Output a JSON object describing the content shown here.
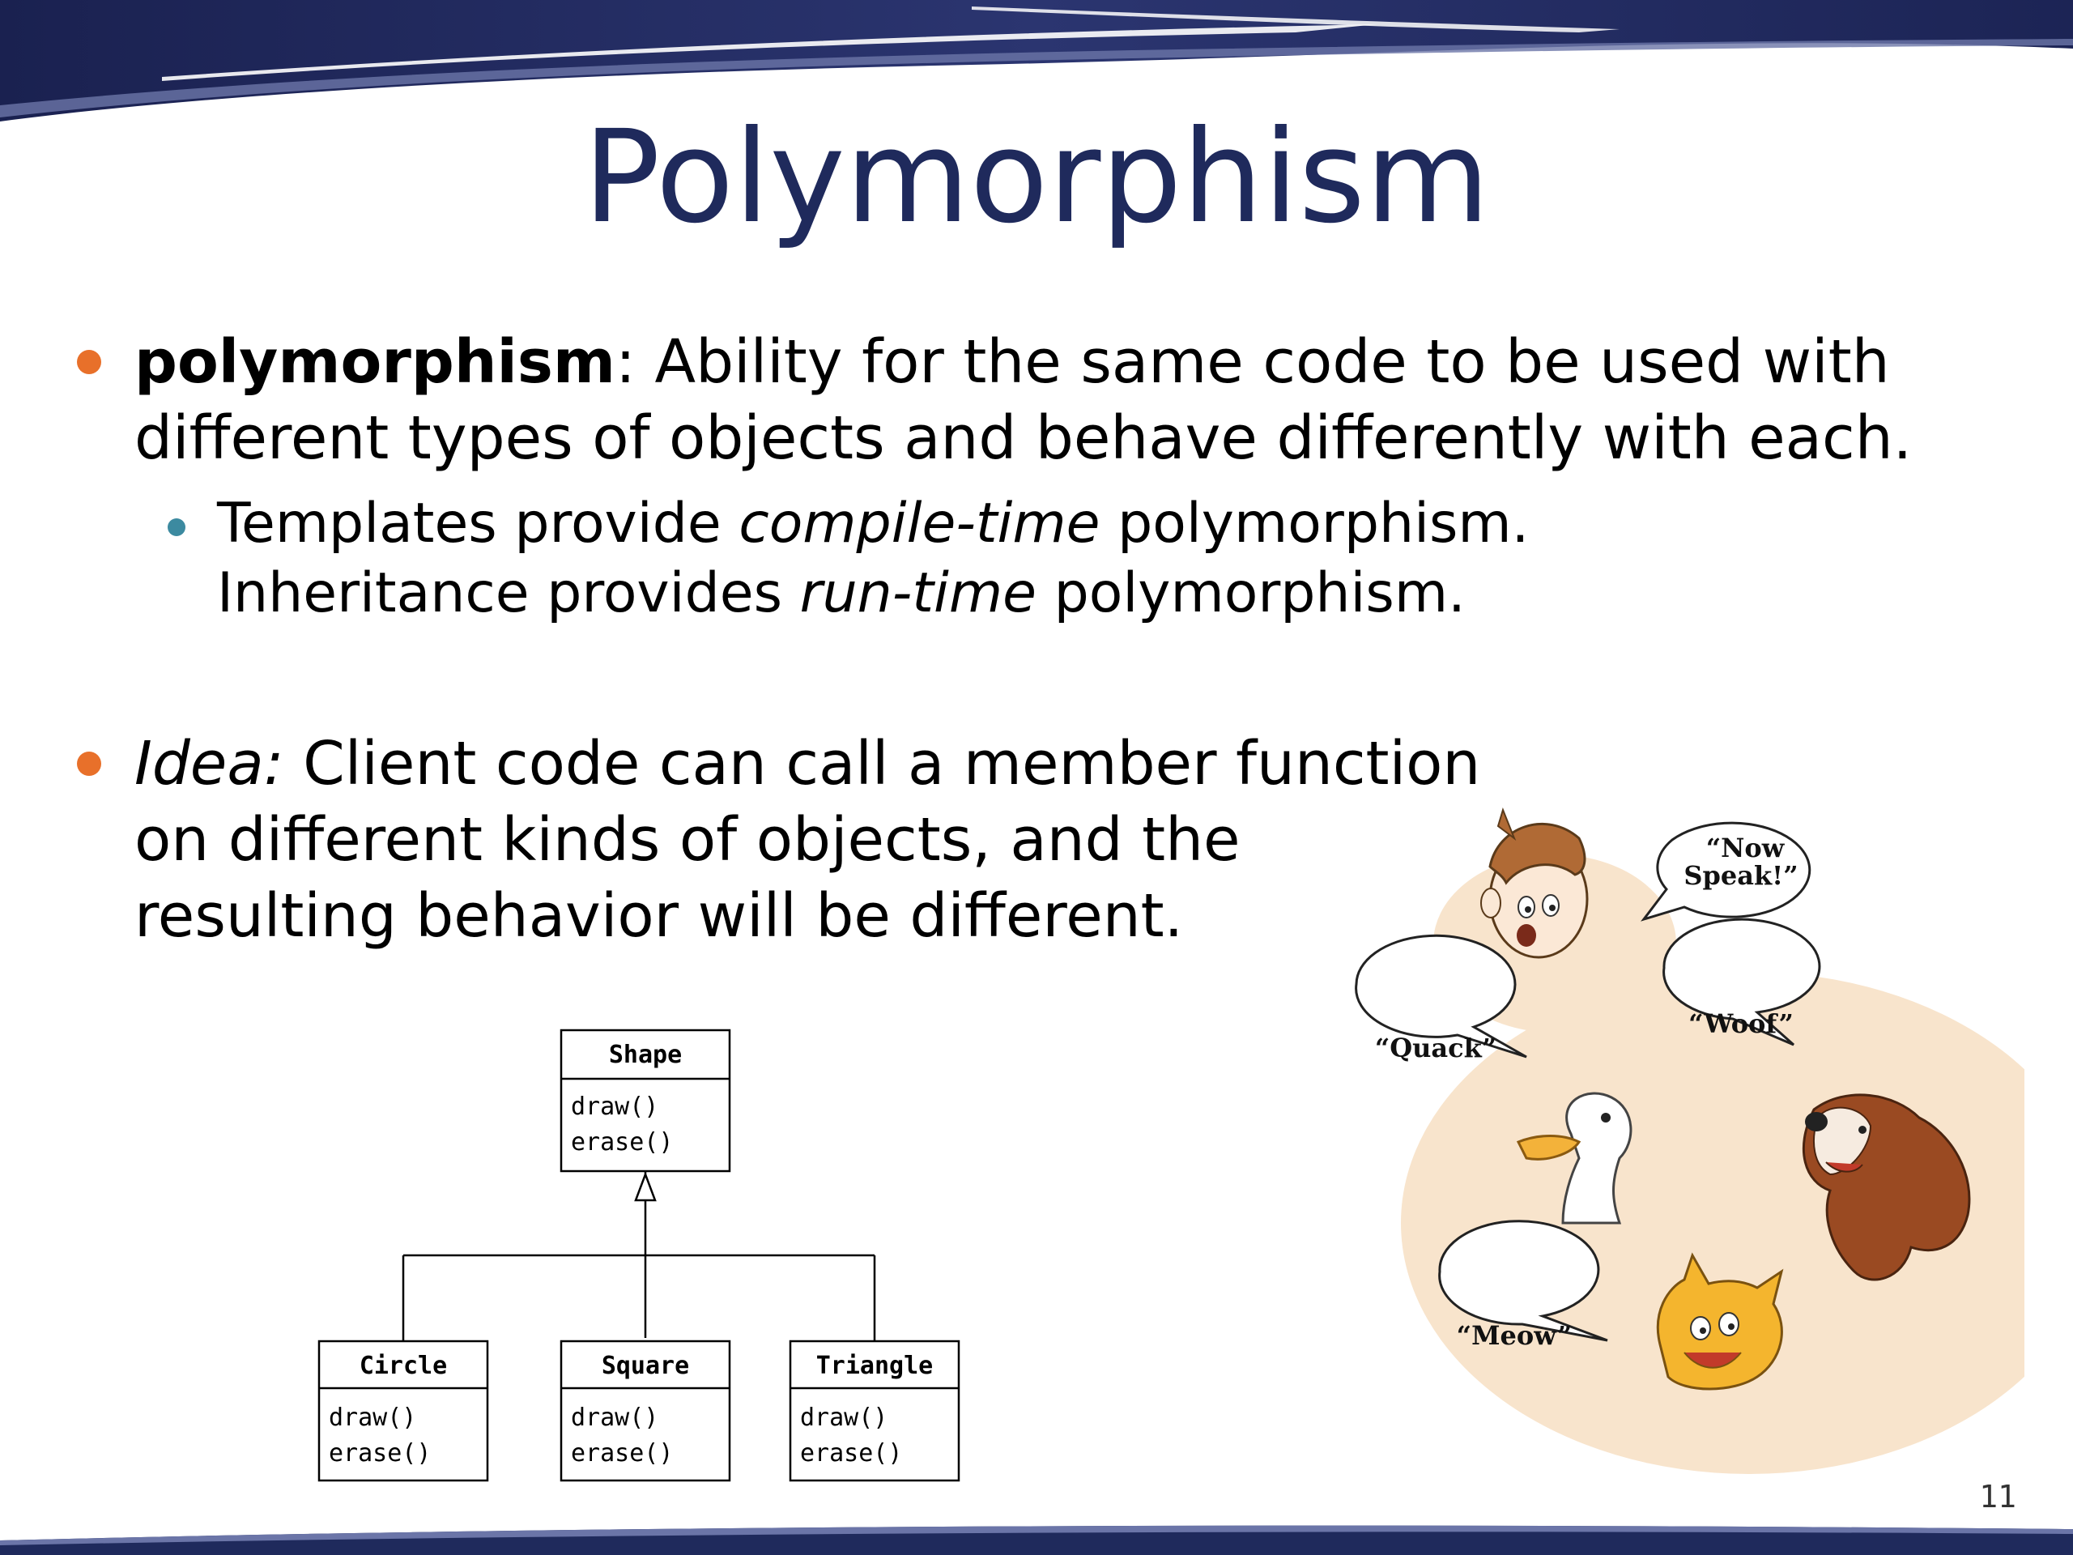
{
  "slide": {
    "title": "Polymorphism",
    "page_number": "11",
    "bullet1": {
      "term": "polymorphism",
      "colon_text": ": Ability for the same code to be used with",
      "line2": "different types of objects and behave differently with each."
    },
    "sub_bullet": {
      "l1_pre": "Templates provide ",
      "l1_italic": "compile-time",
      "l1_post": " polymorphism.",
      "l2_pre": "Inheritance provides ",
      "l2_italic": "run-time",
      "l2_post": " polymorphism."
    },
    "bullet2": {
      "idea": "Idea:",
      "line1_rest": " Client code can call a member function",
      "line2": "on different kinds of objects, and the",
      "line3": "resulting behavior will be different."
    }
  },
  "uml": {
    "parent": {
      "name": "Shape",
      "methods": [
        "draw()",
        "erase()"
      ]
    },
    "children": [
      {
        "name": "Circle",
        "methods": [
          "draw()",
          "erase()"
        ]
      },
      {
        "name": "Square",
        "methods": [
          "draw()",
          "erase()"
        ]
      },
      {
        "name": "Triangle",
        "methods": [
          "draw()",
          "erase()"
        ]
      }
    ]
  },
  "cartoon": {
    "bubbles": [
      "“Now",
      "Speak!”",
      "“Quack”",
      "“Woof”",
      "“Meow”"
    ],
    "characters": [
      "boy",
      "duck",
      "dog",
      "cat"
    ]
  },
  "colors": {
    "title": "#1f2a5c",
    "bullet": "#e8702a",
    "sub_bullet": "#3c8aa0",
    "banner": "#1f2a5c",
    "cartoon_bg": "#f8e4cc"
  }
}
